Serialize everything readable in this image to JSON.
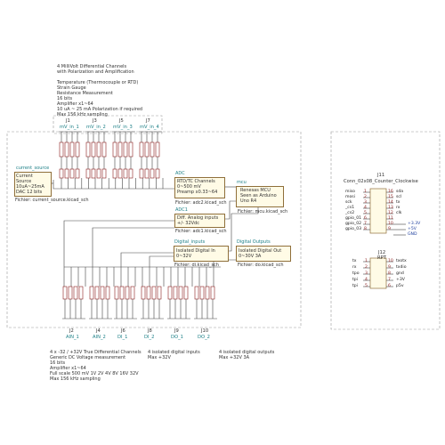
{
  "notes": {
    "top": {
      "lines": [
        "4 MilliVolt Differential Channels",
        "with Polarization and Amplification",
        "",
        "Temperature (Thermocouple or RTD)",
        "Strain Gauge",
        "Resistance Measurement",
        "16 bits",
        "Amplifier x1~64",
        "10 uA ~ 25 mA Polarization if required",
        "Max 156 kHz sampling"
      ]
    },
    "bottom_left": {
      "lines": [
        "4 x -32 / +32V True Differential Channels",
        "Generic DC Voltage measurement",
        "16 bits",
        "Amplifier x1~64",
        "Full scale 500 mV 1V 2V 4V 8V 16V 32V",
        "Max 156 kHz sampling"
      ]
    },
    "bottom_mid": {
      "lines": [
        "4 isolated digital inputs",
        "Max +32V"
      ]
    },
    "bottom_right": {
      "lines": [
        "4 isolated digital outputs",
        "Max +32V 3A"
      ]
    }
  },
  "top_connectors": [
    {
      "ref": "J1",
      "net": "mV_in_1"
    },
    {
      "ref": "J3",
      "net": "mV_in_2"
    },
    {
      "ref": "J5",
      "net": "mV_in_3"
    },
    {
      "ref": "J7",
      "net": "mV_in_4"
    }
  ],
  "bottom_connectors": [
    {
      "ref": "J2",
      "net": "AIN_1"
    },
    {
      "ref": "J4",
      "net": "AIN_2"
    },
    {
      "ref": "J6",
      "net": "DI_1"
    },
    {
      "ref": "J8",
      "net": "DI_2"
    },
    {
      "ref": "J9",
      "net": "DO_1"
    },
    {
      "ref": "J10",
      "net": "DO_2"
    }
  ],
  "sheets": {
    "current_source": {
      "name": "current_source",
      "body": "Current\nSource\n10uA~25mA\nDAC 12 bits",
      "file": "Fichier: current_source.kicad_sch"
    },
    "adc2": {
      "name": "ADC",
      "body": "RTD/TC Channels\n0~500 mV\nPreamp x0.33~64",
      "file": "Fichier: adc2.kicad_sch"
    },
    "adc1": {
      "name": "ADC1",
      "body": "Diff. Analog inputs\n+/- 32Vdc",
      "file": "Fichier: adc1.kicad_sch"
    },
    "mcu": {
      "name": "mcu",
      "body": "Renesas MCU\nSeen as Arduino\nUno R4",
      "file": "Fichier: mcu.kicad_sch"
    },
    "di": {
      "name": "Digital_inputs",
      "body": "Isolated Digital In\n0~32V",
      "file": "Fichier: di.kicad_sch"
    },
    "do": {
      "name": "Digital Outputs",
      "body": "Isolated Digital Out\n0~30V 3A",
      "file": "Fichier: do.kicad_sch"
    }
  },
  "j11": {
    "ref": "J11",
    "value": "Conn_02x08_Counter_Clockwise",
    "left_nets": [
      "miso",
      "mosi",
      "sck",
      "_cs1",
      "_cs2",
      "gpio_01",
      "gpio_02",
      "gpio_03"
    ],
    "left_pins": [
      "1",
      "2",
      "3",
      "4",
      "5",
      "6",
      "7",
      "8"
    ],
    "right_pins": [
      "16",
      "15",
      "14",
      "13",
      "12",
      "11",
      "10",
      "9"
    ],
    "right_nets": [
      "sda",
      "scl",
      "tx",
      "rx",
      "clk",
      "",
      "",
      ""
    ],
    "power_labels": [
      "+3.3V",
      "+5V",
      "GND"
    ]
  },
  "j12": {
    "ref": "J12",
    "value": "RPT",
    "left_nets": [
      "tx",
      "rx",
      "tpo",
      "tpi",
      "tpi"
    ],
    "left_pins": [
      "1",
      "2",
      "3",
      "4",
      "5"
    ],
    "right_pins": [
      "10",
      "9",
      "8",
      "7",
      "6"
    ],
    "right_nets": [
      "txotx",
      "txdio",
      "gnd",
      "+3V",
      "p5v"
    ]
  }
}
